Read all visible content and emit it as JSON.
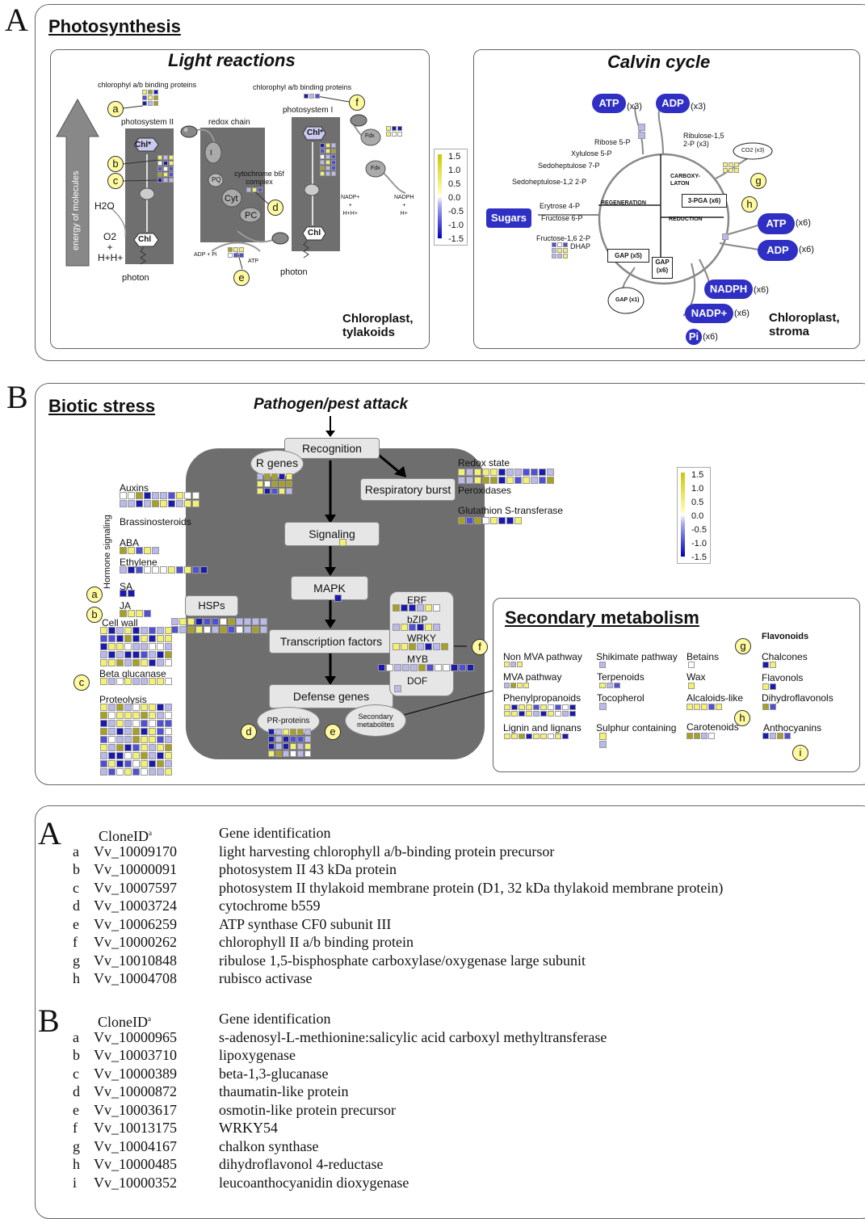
{
  "panelA": {
    "letter": "A",
    "title": "Photosynthesis",
    "light": "Light reactions",
    "calvin": "Calvin cycle",
    "loc1": "Chloroplast,\ntylakoids",
    "loc2": "Chloroplast,\nstroma",
    "energy": "energy of molecules"
  },
  "light_labels": {
    "cab1": "chlorophyl a/b binding proteins",
    "cab2": "chlorophyl a/b binding proteins",
    "ps2": "photosystem II",
    "ps1": "photosystem I",
    "redox": "redox chain",
    "cytb6f": "cytochrome b6f complex",
    "chl_star": "Chl*",
    "chl": "Chl",
    "e": "e",
    "pq": "PQ",
    "cyt": "Cyt",
    "pc": "PC",
    "fdx": "Fdx",
    "h2o": "H2O",
    "o2": "O2\n+\nH+H+",
    "photon": "photon",
    "adp": "ADP + Pi",
    "atp": "ATP",
    "nadp": "NADP+\n+\nH+H+",
    "nadph": "NADPH\n+\nH+",
    "i": "I"
  },
  "calvin_labels": {
    "atp": "ATP",
    "adp": "ADP",
    "x3": "(x3)",
    "x6": "(x6)",
    "atp2": "ATP",
    "adp2": "ADP",
    "nadph": "NADPH",
    "nadp": "NADP+",
    "pi": "Pi",
    "sugars": "Sugars",
    "ribose": "Ribose 5-P",
    "xylulose": "Xylulose 5-P",
    "sedo7": "Sedoheptulose 7-P",
    "sedo12": "Sedoheptulose-1,2 2-P",
    "erythrose": "Erytrose 4-P",
    "fructose6": "Fructose 6-P",
    "fructose16": "Fructose-1,6 2-P",
    "dhap": "DHAP",
    "ribulose": "Ribulose-1,5\n2-P (x3)",
    "co2": "CO2 (x3)",
    "carboxy": "CARBOXY-\nLATON",
    "regen": "REGENERATION",
    "reduction": "REDUCTION",
    "pga": "3-PGA (x6)",
    "gap5": "GAP (x5)",
    "gap6": "GAP\n(x6)",
    "gap1": "GAP (x1)"
  },
  "legend": {
    "ticks": [
      "1.5",
      "1.0",
      "0.5",
      "0.0",
      "-0.5",
      "-1.0",
      "-1.5"
    ]
  },
  "panelB": {
    "letter": "B",
    "title": "Biotic stress",
    "attack": "Pathogen/pest attack",
    "recognition": "Recognition",
    "rgenes": "R genes",
    "resp": "Respiratory burst",
    "signaling": "Signaling",
    "mapk": "MAPK",
    "tf": "Transcription factors",
    "defense": "Defense genes",
    "pr": "PR-proteins",
    "secmet": "Secondary\nmetabolites",
    "hsps": "HSPs",
    "hormone": "Hormone signaling",
    "redox": "Redox state",
    "perox": "Peroxidases",
    "gst": "Glutathion S-transferase",
    "erf": "ERF",
    "bzip": "bZIP",
    "wrky": "WRKY",
    "myb": "MYB",
    "dof": "DOF",
    "auxins": "Auxins",
    "brass": "Brassinosteroids",
    "aba": "ABA",
    "ethylene": "Ethylene",
    "sa": "SA",
    "ja": "JA",
    "cellwall": "Cell wall",
    "betagluc": "Beta glucanase",
    "proteolysis": "Proteolysis"
  },
  "secondary": {
    "title": "Secondary metabolism",
    "flavonoids": "Flavonoids",
    "nonmva": "Non MVA pathway",
    "mva": "MVA pathway",
    "phenyl": "Phenylpropanoids",
    "lignin": "Lignin and lignans",
    "shikimate": "Shikimate pathway",
    "terpenoids": "Terpenoids",
    "tocopherol": "Tocopherol",
    "sulphur": "Sulphur containing",
    "betains": "Betains",
    "wax": "Wax",
    "alkaloids": "Alcaloids-like",
    "carotenoids": "Carotenoids",
    "chalcones": "Chalcones",
    "flavonols": "Flavonols",
    "dihydro": "Dihydroflavonols",
    "antho": "Anthocyanins"
  },
  "letters": {
    "a": "a",
    "b": "b",
    "c": "c",
    "d": "d",
    "e": "e",
    "f": "f",
    "g": "g",
    "h": "h",
    "i": "i"
  },
  "tableA": {
    "letter": "A",
    "h_clone": "CloneID",
    "h_sup": "a",
    "h_gene": "Gene identification",
    "rows": [
      {
        "l": "a",
        "id": "Vv_10009170",
        "g": "light harvesting chlorophyll a/b-binding protein precursor"
      },
      {
        "l": "b",
        "id": "Vv_10000091",
        "g": "photosystem II 43 kDa protein"
      },
      {
        "l": "c",
        "id": "Vv_10007597",
        "g": "photosystem II thylakoid membrane protein (D1, 32 kDa thylakoid membrane protein)"
      },
      {
        "l": "d",
        "id": "Vv_10003724",
        "g": "cytochrome b559"
      },
      {
        "l": "e",
        "id": "Vv_10006259",
        "g": " ATP synthase CF0 subunit III"
      },
      {
        "l": "f",
        "id": "Vv_10000262",
        "g": "chlorophyll II a/b binding protein"
      },
      {
        "l": "g",
        "id": "Vv_10010848",
        "g": "ribulose 1,5-bisphosphate carboxylase/oxygenase large subunit"
      },
      {
        "l": "h",
        "id": "Vv_10004708",
        "g": "rubisco activase"
      }
    ]
  },
  "tableB": {
    "letter": "B",
    "h_clone": "CloneID",
    "h_sup": "a",
    "h_gene": "Gene identification",
    "rows": [
      {
        "l": "a",
        "id": "Vv_10000965",
        "g": "s-adenosyl-L-methionine:salicylic acid carboxyl methyltransferase"
      },
      {
        "l": "b",
        "id": "Vv_10003710",
        "g": "lipoxygenase"
      },
      {
        "l": "c",
        "id": "Vv_10000389",
        "g": "beta-1,3-glucanase"
      },
      {
        "l": "d",
        "id": "Vv_10000872",
        "g": "thaumatin-like protein"
      },
      {
        "l": "e",
        "id": "Vv_10003617",
        "g": "osmotin-like protein precursor"
      },
      {
        "l": "f",
        "id": "Vv_10013175",
        "g": "WRKY54"
      },
      {
        "l": "g",
        "id": "Vv_10004167",
        "g": "chalkon synthase"
      },
      {
        "l": "h",
        "id": "Vv_10000485",
        "g": "dihydroflavonol 4-reductase"
      },
      {
        "l": "i",
        "id": "Vv_10000352",
        "g": "leucoanthocyanidin dioxygenase"
      }
    ]
  },
  "colors": {
    "blue_dark": "#1a1ab0",
    "blue": "#4f4fd8",
    "blue_light": "#b9b9ec",
    "yellow": "#f4f070",
    "olive": "#a8a020",
    "white": "#ffffff"
  }
}
